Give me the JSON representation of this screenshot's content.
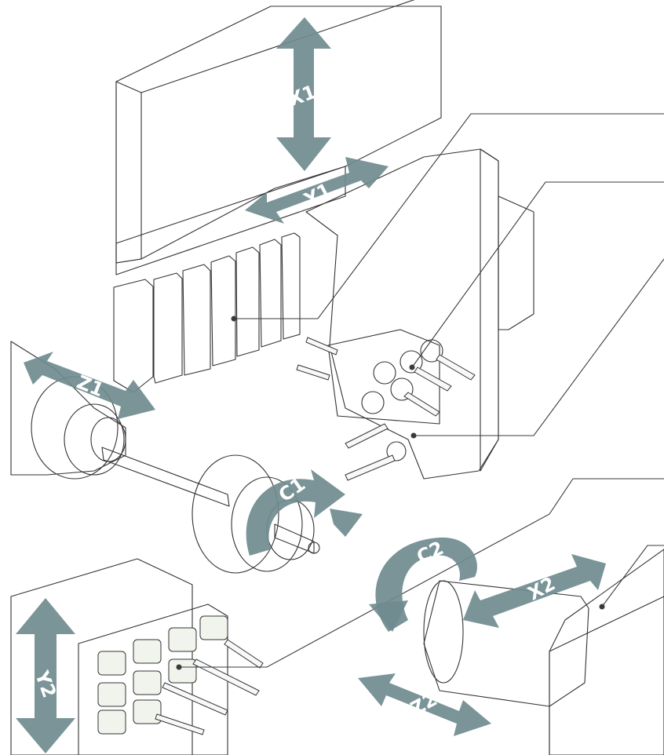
{
  "colors": {
    "gang_slide": "#edf1f7",
    "spindle_1": "#eee6d4",
    "tool_block_2": "#e7eee2",
    "spindle_2": "#f8eaea",
    "arrow": "#6f8b8f",
    "line": "#333333"
  },
  "axes": {
    "x1": "X1",
    "y1": "Y1",
    "z1": "Z1",
    "c1": "C1",
    "c2": "C2",
    "x2": "X2",
    "y2": "Y2",
    "z2": "Z2"
  }
}
